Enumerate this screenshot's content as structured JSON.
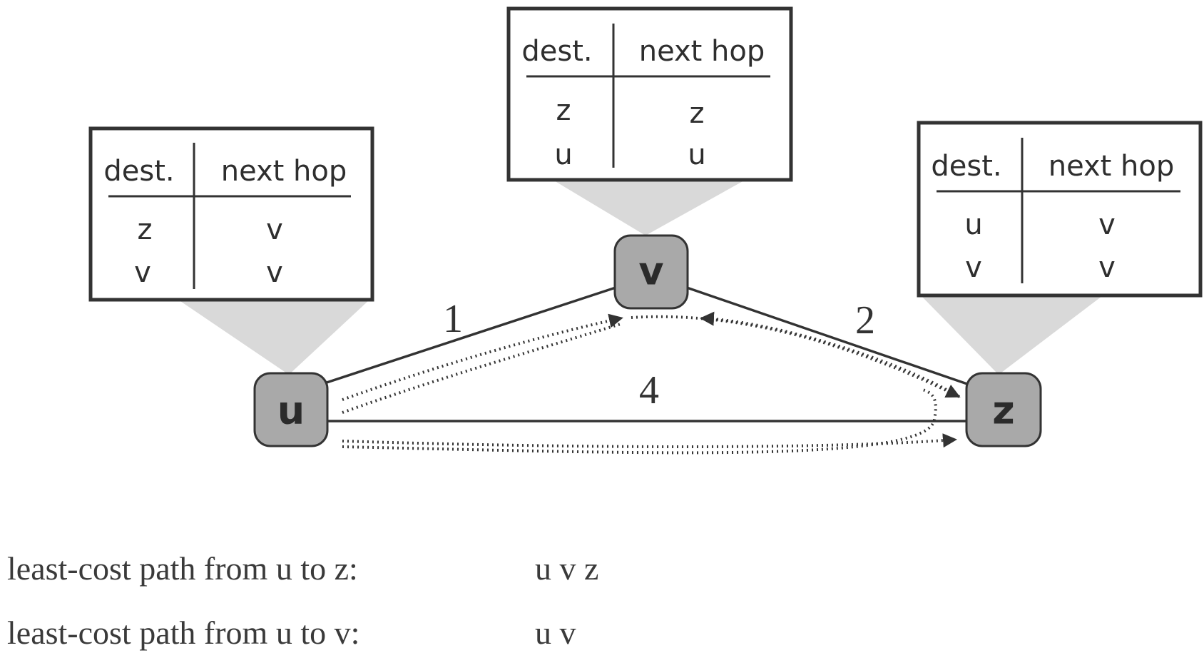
{
  "nodes": [
    {
      "id": "u",
      "label": "u"
    },
    {
      "id": "v",
      "label": "v"
    },
    {
      "id": "z",
      "label": "z"
    }
  ],
  "edges": [
    {
      "from": "u",
      "to": "v",
      "cost": "1"
    },
    {
      "from": "v",
      "to": "z",
      "cost": "2"
    },
    {
      "from": "u",
      "to": "z",
      "cost": "4"
    }
  ],
  "tables": {
    "u": {
      "header": [
        "dest.",
        "next hop"
      ],
      "rows": [
        [
          "z",
          "v"
        ],
        [
          "v",
          "v"
        ]
      ]
    },
    "v": {
      "header": [
        "dest.",
        "next hop"
      ],
      "rows": [
        [
          "z",
          "z"
        ],
        [
          "u",
          "u"
        ]
      ]
    },
    "z": {
      "header": [
        "dest.",
        "next hop"
      ],
      "rows": [
        [
          "u",
          "v"
        ],
        [
          "v",
          "v"
        ]
      ]
    }
  },
  "captions": [
    {
      "label": "least-cost path from u to z:",
      "path": "u v z"
    },
    {
      "label": "least-cost path from u to v:",
      "path": "u v"
    }
  ]
}
